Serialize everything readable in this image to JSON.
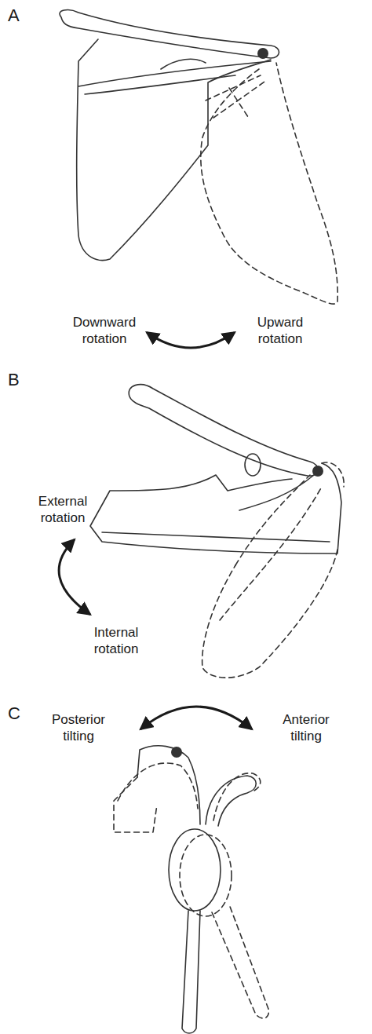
{
  "diagram": {
    "labels": [
      "A",
      "Downward rotation",
      "Upward rotation",
      "B",
      "External rotation",
      "Internal rotation",
      "C",
      "Posterior tilting",
      "Anterior tilting"
    ]
  }
}
